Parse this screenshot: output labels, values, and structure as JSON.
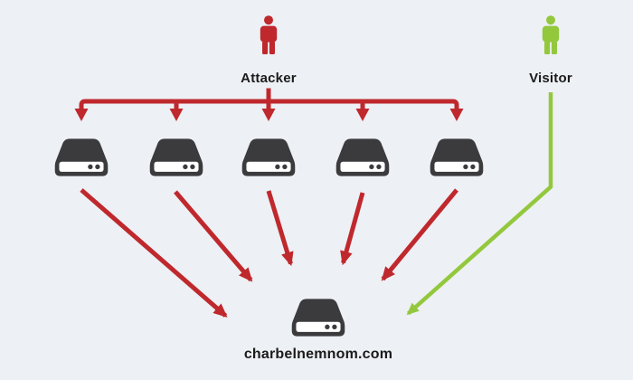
{
  "diagram": {
    "title": "ddos-attack-diagram",
    "attacker_label": "Attacker",
    "visitor_label": "Visitor",
    "target_label": "charbelnemnom.com",
    "botnet_server_count": 5,
    "icons": {
      "attacker": "person-icon",
      "visitor": "person-icon",
      "botnet": "server-icon",
      "target": "server-icon"
    }
  },
  "colors": {
    "bg": "#edf0f4",
    "attack-red": "#bf282d",
    "visitor-green": "#93c83d",
    "server-dark": "#3b3b3d",
    "slot-white": "#ffffff",
    "text": "#1b1b1b"
  }
}
